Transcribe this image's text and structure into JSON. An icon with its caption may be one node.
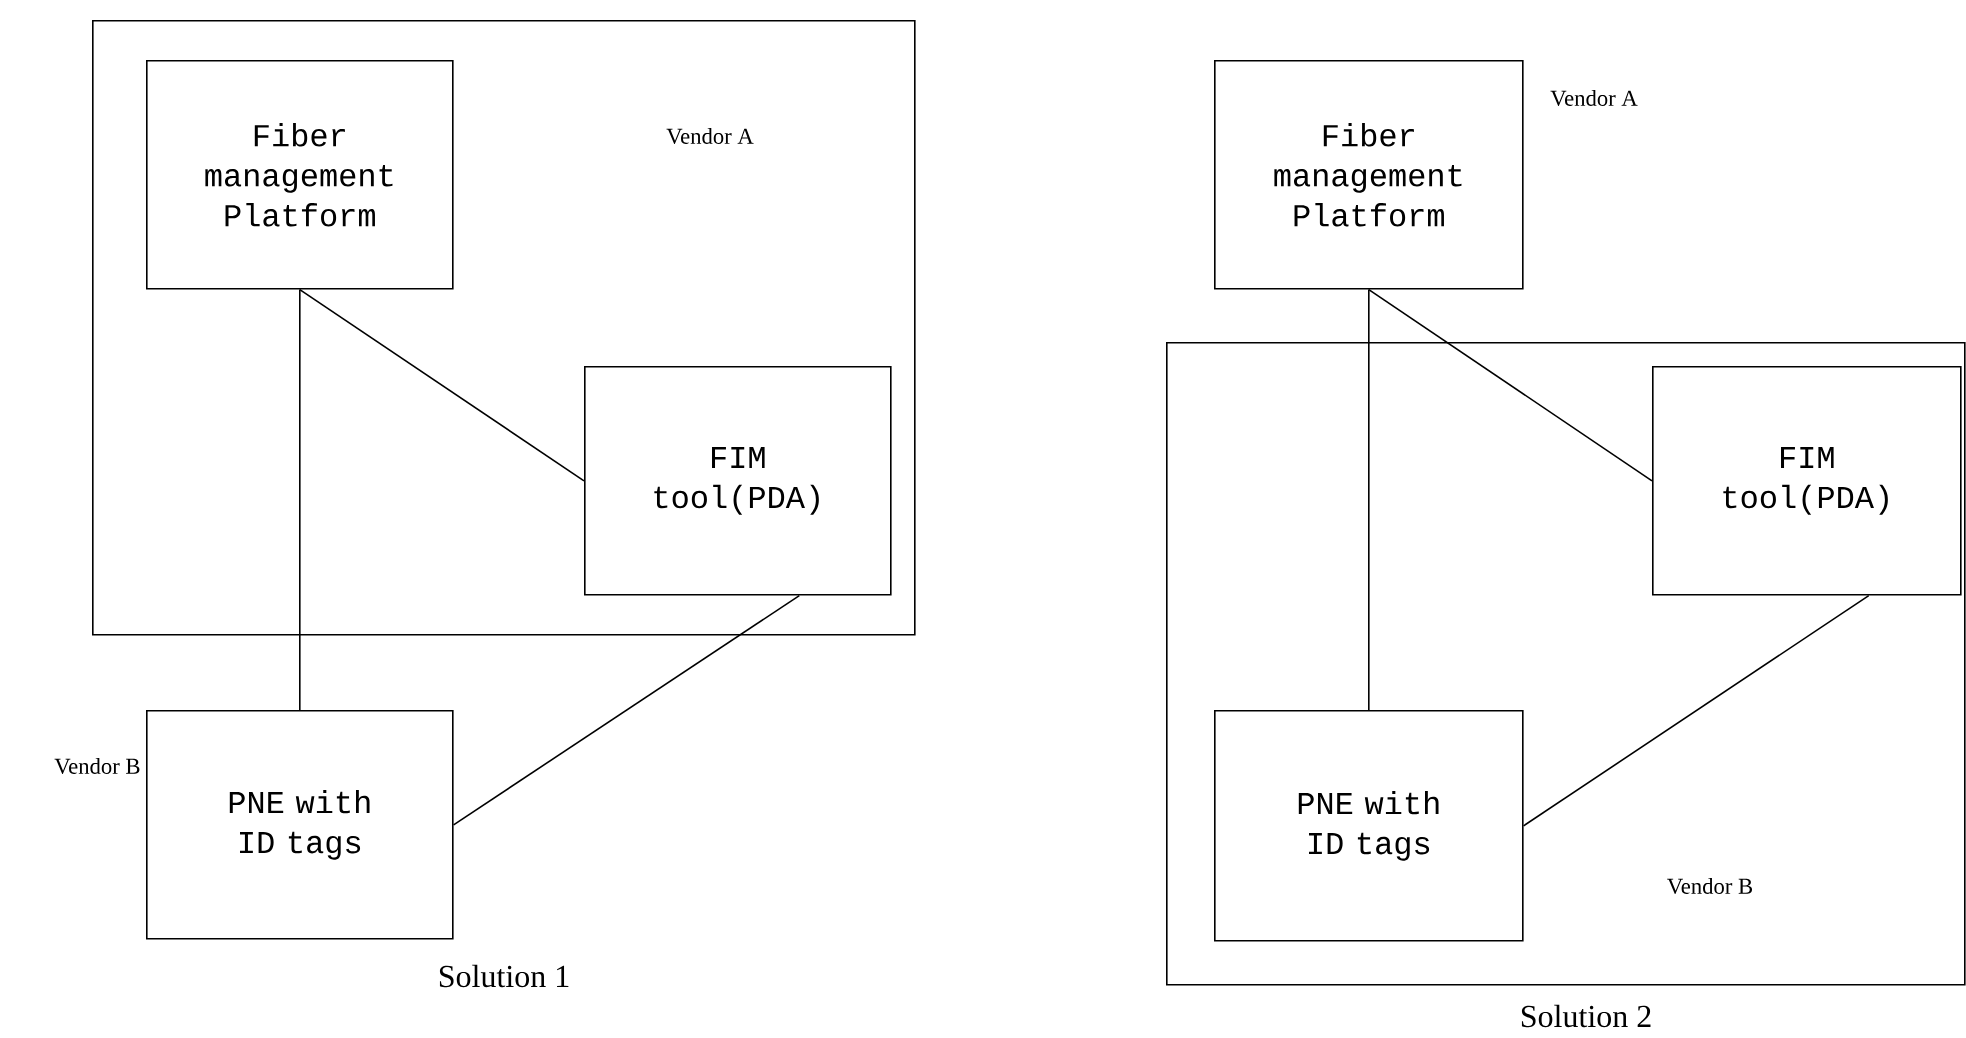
{
  "diagram": {
    "nodes": [
      {
        "text": [
          "Vendor A"
        ]
      },
      {
        "text": [
          "Fiber management Platform"
        ],
        "in": 0
      },
      {
        "text": [
          "FIM tool(PDA)"
        ],
        "in": 0
      },
      {
        "text": [
          "PNE with ID tags"
        ],
        "beside": [
          "Vendor B"
        ]
      },
      {
        "text": [
          "Fiber management Platform"
        ],
        "beside": [
          "Vendor A"
        ]
      },
      {
        "text": [
          "Vendor B"
        ]
      },
      {
        "text": [
          "FIM tool(PDA)"
        ],
        "in": 5
      },
      {
        "text": [
          "PNE with ID tags"
        ],
        "in": 5
      }
    ],
    "edges": [
      {
        "from": 1,
        "to": 2,
        "arrow": "none"
      },
      {
        "from": 1,
        "to": 3,
        "arrow": "none"
      },
      {
        "from": 2,
        "to": 3,
        "arrow": "none"
      },
      {
        "from": 4,
        "to": 6,
        "arrow": "none"
      },
      {
        "from": 4,
        "to": 7,
        "arrow": "none"
      },
      {
        "from": 6,
        "to": 7,
        "arrow": "none"
      }
    ],
    "labels": [
      "Solution 1",
      "Solution 2"
    ]
  }
}
